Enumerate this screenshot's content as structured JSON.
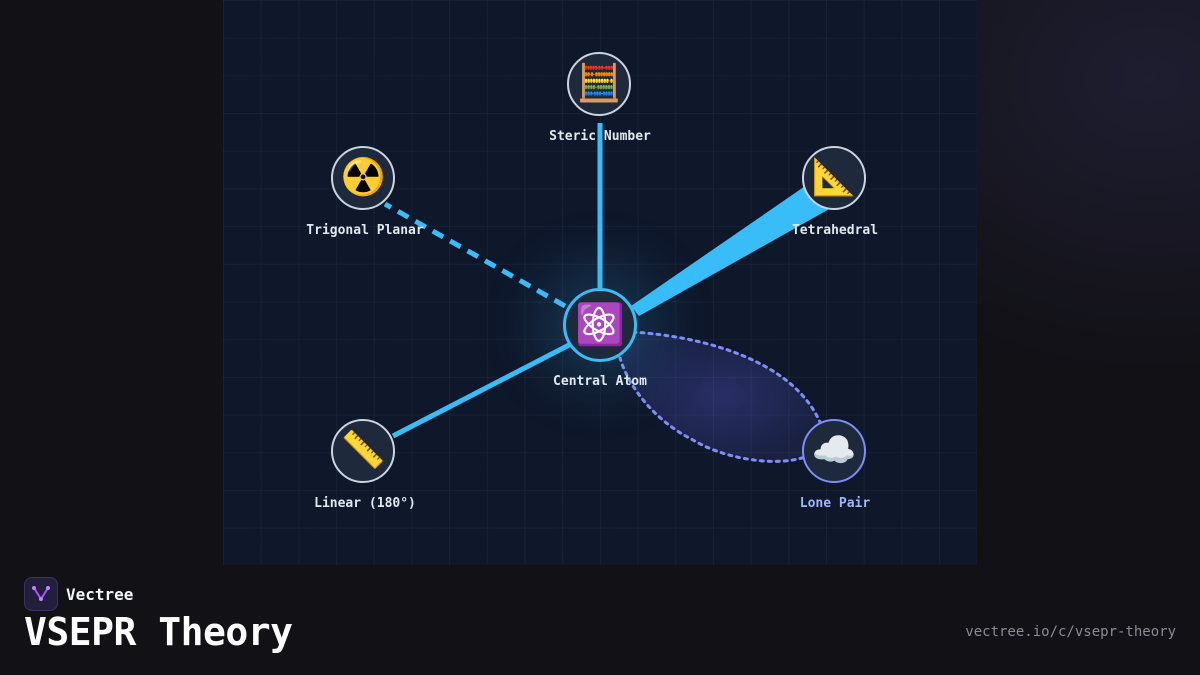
{
  "diagram": {
    "nodes": {
      "steric": {
        "label": "Steric Number",
        "icon": "abacus-icon",
        "glyph": "🧮"
      },
      "trigonal": {
        "label": "Trigonal Planar",
        "icon": "radioactive-icon",
        "glyph": "☢️"
      },
      "tetrahedral": {
        "label": "Tetrahedral",
        "icon": "triangular-ruler-icon",
        "glyph": "📐"
      },
      "central": {
        "label": "Central Atom",
        "icon": "atom-icon",
        "glyph": "⚛️"
      },
      "linear": {
        "label": "Linear (180°)",
        "icon": "straight-ruler-icon",
        "glyph": "📏"
      },
      "lone": {
        "label": "Lone Pair",
        "icon": "cloud-icon",
        "glyph": "☁️"
      }
    },
    "colors": {
      "bond": "#38bdf8",
      "lone_pair": "#818cf8",
      "canvas": "#0f172a"
    }
  },
  "footer": {
    "brand": "Vectree",
    "title": "VSEPR Theory",
    "url": "vectree.io/c/vsepr-theory"
  }
}
